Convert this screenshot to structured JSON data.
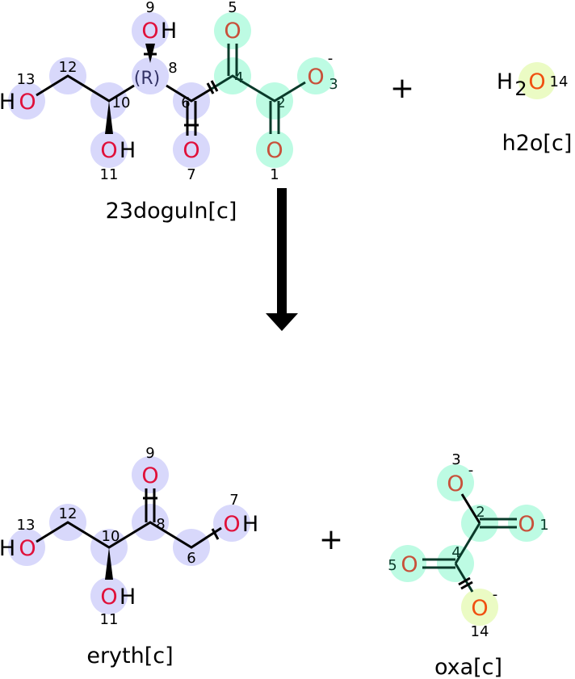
{
  "reaction": {
    "plus_sign": "+",
    "reactants": [
      {
        "name": "23doguln[c]",
        "atom_numbers": [
          "1",
          "2",
          "3",
          "4",
          "5",
          "6",
          "7",
          "8",
          "9",
          "10",
          "11",
          "12",
          "13"
        ],
        "stereo_label": "(R)",
        "charge": "-",
        "atoms": {
          "O": "O",
          "H": "H"
        }
      },
      {
        "name": "h2o[c]",
        "formula_h": "H",
        "formula_sub": "2",
        "formula_o": "O",
        "atom_number": "14"
      }
    ],
    "products": [
      {
        "name": "eryth[c]",
        "atom_numbers": [
          "6",
          "7",
          "8",
          "9",
          "10",
          "11",
          "12",
          "13"
        ]
      },
      {
        "name": "oxa[c]",
        "atom_numbers": [
          "1",
          "2",
          "3",
          "4",
          "5",
          "14"
        ],
        "charge": "-"
      }
    ]
  },
  "colors": {
    "mol1_highlight": "#d8d8fb",
    "mol2_highlight": "#bdfbe3",
    "mol3_highlight": "#ebfbc4",
    "oxygen": "#e0103a"
  }
}
